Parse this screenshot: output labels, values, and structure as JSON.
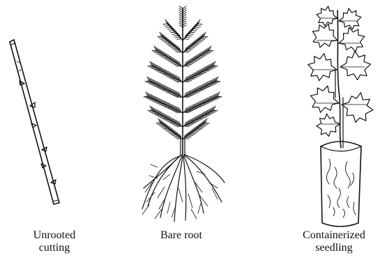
{
  "captions": {
    "cutting": {
      "line1": "Unrooted",
      "line2": "cutting"
    },
    "bare_root": {
      "line1": "Bare root",
      "line2": ""
    },
    "container": {
      "line1": "Containerized",
      "line2": "seedling"
    }
  },
  "colors": {
    "ink": "#111111",
    "background": "#ffffff"
  }
}
